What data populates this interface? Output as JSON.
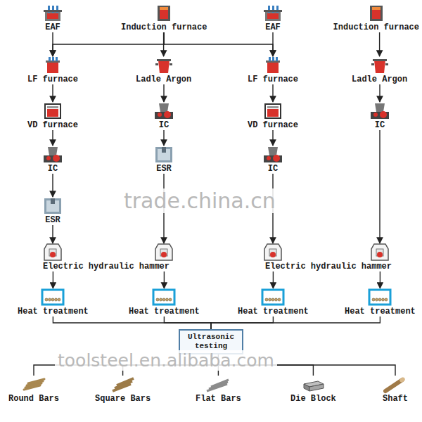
{
  "diagram": {
    "nodes": [
      {
        "text": [
          "EAF"
        ]
      },
      {
        "text": [
          "Induction furnace"
        ]
      },
      {
        "text": [
          "EAF"
        ]
      },
      {
        "text": [
          "Induction furnace"
        ]
      },
      {
        "text": [
          "LF furnace"
        ]
      },
      {
        "text": [
          "Ladle Argon"
        ]
      },
      {
        "text": [
          "LF furnace"
        ]
      },
      {
        "text": [
          "Ladle Argon"
        ]
      },
      {
        "text": [
          "VD furnace"
        ]
      },
      {
        "text": [
          "IC"
        ]
      },
      {
        "text": [
          "VD furnace"
        ]
      },
      {
        "text": [
          "IC"
        ]
      },
      {
        "text": [
          "IC"
        ]
      },
      {
        "text": [
          "ESR"
        ]
      },
      {
        "text": [
          "IC"
        ]
      },
      {
        "text": [
          "ESR"
        ]
      },
      {
        "text": [
          "Electric hydraulic hammer"
        ]
      },
      {
        "text": [
          "Electric hydraulic hammer"
        ]
      },
      {
        "text": [
          "Heat treatment"
        ]
      },
      {
        "text": [
          "Heat treatment"
        ]
      },
      {
        "text": [
          "Heat treatment"
        ]
      },
      {
        "text": [
          "Heat treatment"
        ]
      },
      {
        "text": [
          "Ultrasonic testing"
        ]
      },
      {
        "text": [
          "Round Bars"
        ]
      },
      {
        "text": [
          "Square Bars"
        ]
      },
      {
        "text": [
          "Flat Bars"
        ]
      },
      {
        "text": [
          "Die Block"
        ]
      },
      {
        "text": [
          "Shaft"
        ]
      }
    ],
    "edges": [
      {
        "from": 0,
        "to": 4,
        "arrow": "to"
      },
      {
        "from": 1,
        "to": 5,
        "arrow": "to"
      },
      {
        "from": 1,
        "to": 4,
        "arrow": "to"
      },
      {
        "from": 1,
        "to": 6,
        "arrow": "to"
      },
      {
        "from": 2,
        "to": 6,
        "arrow": "to"
      },
      {
        "from": 3,
        "to": 7,
        "arrow": "to"
      },
      {
        "from": 4,
        "to": 8,
        "arrow": "to"
      },
      {
        "from": 5,
        "to": 9,
        "arrow": "to"
      },
      {
        "from": 6,
        "to": 10,
        "arrow": "to"
      },
      {
        "from": 7,
        "to": 11,
        "arrow": "to"
      },
      {
        "from": 8,
        "to": 12,
        "arrow": "to"
      },
      {
        "from": 9,
        "to": 13,
        "arrow": "to"
      },
      {
        "from": 10,
        "to": 14,
        "arrow": "to"
      },
      {
        "from": 12,
        "to": 15,
        "arrow": "to"
      },
      {
        "from": 15,
        "to": 16,
        "arrow": "to"
      },
      {
        "from": 13,
        "to": 16,
        "arrow": "to"
      },
      {
        "from": 14,
        "to": 17,
        "arrow": "to"
      },
      {
        "from": 11,
        "to": 17,
        "arrow": "to"
      },
      {
        "from": 16,
        "to": 18,
        "arrow": "to"
      },
      {
        "from": 16,
        "to": 19,
        "arrow": "to"
      },
      {
        "from": 17,
        "to": 20,
        "arrow": "to"
      },
      {
        "from": 17,
        "to": 21,
        "arrow": "to"
      },
      {
        "from": 18,
        "to": 22,
        "arrow": "none"
      },
      {
        "from": 19,
        "to": 22,
        "arrow": "none"
      },
      {
        "from": 20,
        "to": 22,
        "arrow": "none"
      },
      {
        "from": 21,
        "to": 22,
        "arrow": "none"
      },
      {
        "from": 22,
        "to": 23,
        "arrow": "none"
      },
      {
        "from": 22,
        "to": 24,
        "arrow": "none"
      },
      {
        "from": 22,
        "to": 25,
        "arrow": "none"
      },
      {
        "from": 22,
        "to": 26,
        "arrow": "none"
      },
      {
        "from": 22,
        "to": 27,
        "arrow": "none"
      }
    ],
    "labels": [
      "trade.china.cn",
      "toolsteel.en.alibaba.com"
    ]
  }
}
